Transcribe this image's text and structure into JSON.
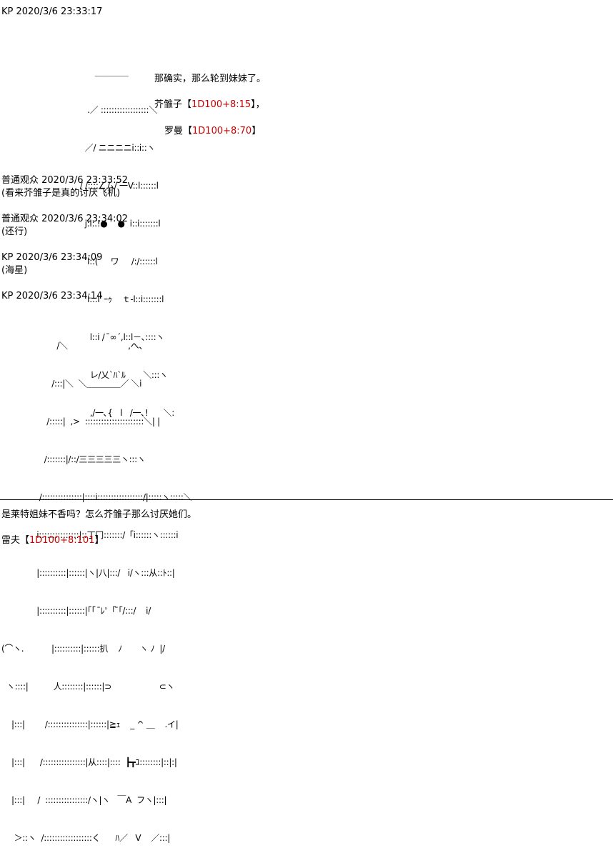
{
  "posts": [
    {
      "header": "KP 2020/3/6 23:33:17"
    },
    {
      "header": "普通观众 2020/3/6 23:33:52",
      "text": "(看来芥雏子是真的讨厌飞机)"
    },
    {
      "header": "普通观众 2020/3/6 23:34:02",
      "text": "(还行)"
    },
    {
      "header": "KP 2020/3/6 23:34:09",
      "text": "(海星)"
    },
    {
      "header": "KP 2020/3/6 23:34:14"
    }
  ],
  "ascii_art_1": [
    "               ＿＿＿＿",
    "            .／ ::::::::::::::::::＼",
    "           ／/ ニニニニi::i::ヽ",
    "         / /::::∠ム/ 一V::l::::::l",
    "           j:i:.!●    ●  i::i:::::::l",
    "            l::(     ワ     /:/::::::l",
    "            l:::l`ｰｩ    ｔ-l::i:::::::l",
    "             l::i /  ̄∞´,l::l－､::::ヽ",
    "             レ/乂`ﾊ`ﾙ       ＼:::ヽ",
    "             ,/一､{   l   /一､!      ＼:"
  ],
  "dialogue_1": {
    "line1": "那确实，那么轮到妹妹了。",
    "line2_prefix": "芥雏子【",
    "line2_roll": "1D100+8:15",
    "line2_suffix": "】，",
    "line3_prefix": "罗曼【",
    "line3_roll": "1D100+8:70",
    "line3_suffix": "】"
  },
  "ascii_art_2": [
    "                      /＼                        ,へ、",
    "                    /:::|＼  ＼＿＿＿＿／ ＼i",
    "                  /:::::|  ,>  ::::::::::::::::::::::＼| |",
    "                 /:::::::|/::/三三三三三ヽ:::ヽ",
    "               /:::::::::::::::|::::i:::::::::::::::::/|:::::ヽ:::::＼",
    "              i:::::::::::::::|::丁冂:::::::/「i::::::ヽ::::::i",
    "              |::::::::::|::::::|ヽ|八|:::/   i/ヽ:::从::ﾄ::|",
    "              |::::::::::|::::::|｢｢  ̄ﾚ'  ｢ ̄｢/:::/    i/",
    "(⌒ヽ.           |::::::::::|::::::扒    ﾉ       ヽ ﾉ  |/",
    "  ヽ::::|          人::::::::|::::::|⊃                   ⊂ヽ",
    "    |:::|        /:::::::::::::::|::::::|≧ｪ    _ ^ ＿    .イ|",
    "    |:::|      /::::::::::::::::|从::::|::::  ┣┳ﾕ::::::::|::|:|",
    "    |:::|     /  ::::::::::::::::/ヽ|ヽ   ￣A  フヽ|:::|",
    "     ＞::ヽ  /::::::::::::::::::く      ﾊ／   V    ／:::|"
  ],
  "after_separator": {
    "line1": "是莱特姐妹不香吗？怎么芥雏子那么讨厌她们。",
    "line2_prefix": "雷夫【",
    "line2_roll": "1D100+8:101",
    "line2_suffix": "】"
  },
  "colors": {
    "roll": "#cc0000",
    "text": "#000000",
    "background": "#ffffff"
  }
}
